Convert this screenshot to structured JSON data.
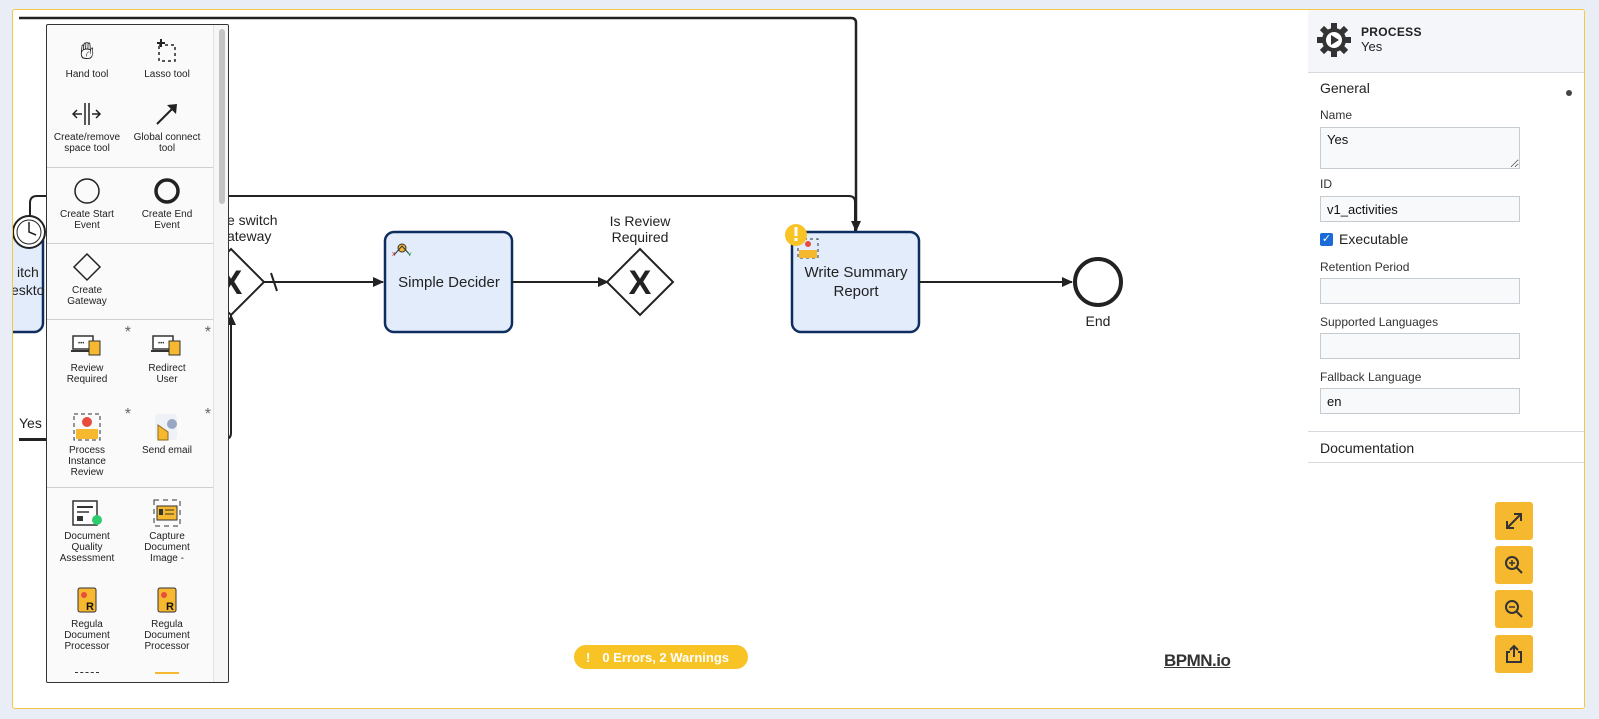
{
  "diagram": {
    "task1_line1": "itch",
    "task1_line2": "eskto",
    "gateway1_line1": "e switch",
    "gateway1_line2": "ateway",
    "simple_decider": "Simple Decider",
    "is_review_line1": "Is Review",
    "is_review_line2": "Required",
    "write_summary_line1": "Write Summary",
    "write_summary_line2": "Report",
    "end_label": "End",
    "yes_label": "Yes"
  },
  "palette": {
    "hand": "Hand tool",
    "lasso": "Lasso tool",
    "space_line1": "Create/remove",
    "space_line2": "space tool",
    "connect_line1": "Global connect",
    "connect_line2": "tool",
    "start_line1": "Create Start",
    "start_line2": "Event",
    "end_line1": "Create End",
    "end_line2": "Event",
    "gateway_line1": "Create",
    "gateway_line2": "Gateway",
    "review_line1": "Review",
    "review_line2": "Required",
    "redirect_line1": "Redirect",
    "redirect_line2": "User",
    "pir_line1": "Process",
    "pir_line2": "Instance",
    "pir_line3": "Review",
    "send_email": "Send email",
    "dqa_line1": "Document",
    "dqa_line2": "Quality",
    "dqa_line3": "Assessment",
    "cdi_line1": "Capture",
    "cdi_line2": "Document",
    "cdi_line3": "Image -",
    "regula1_line1": "Regula",
    "regula1_line2": "Document",
    "regula1_line3": "Processor",
    "regula2_line1": "Regula",
    "regula2_line2": "Document",
    "regula2_line3": "Processor",
    "star": "*"
  },
  "properties": {
    "type": "PROCESS",
    "name": "Yes",
    "general": "General",
    "name_label": "Name",
    "name_value": "Yes",
    "id_label": "ID",
    "id_value": "v1_activities",
    "executable_label": "Executable",
    "executable_checked": true,
    "retention_label": "Retention Period",
    "retention_value": "",
    "languages_label": "Supported Languages",
    "languages_value": "",
    "fallback_label": "Fallback Language",
    "fallback_value": "en",
    "documentation": "Documentation"
  },
  "status": {
    "lint_icon": "!",
    "lint_text": "0 Errors, 2 Warnings",
    "logo": "BPMN.io"
  },
  "colors": {
    "accent": "#f5b82e",
    "task_fill": "#e3ecfb",
    "task_stroke": "#0d2e5e",
    "warning": "#f7c325"
  }
}
